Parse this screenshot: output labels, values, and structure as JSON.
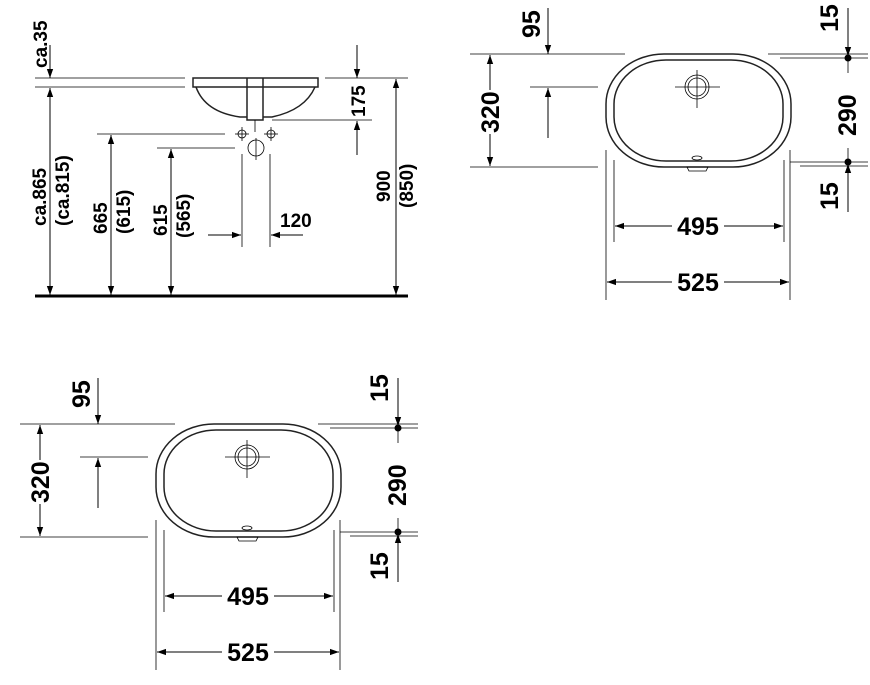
{
  "side_view": {
    "ca35": "ca.35",
    "ca865": "ca.865",
    "ca815": "(ca.815)",
    "h665": "665",
    "h615b": "(615)",
    "h615": "615",
    "h565": "(565)",
    "w120": "120",
    "h175": "175",
    "h900": "900",
    "h850": "(850)"
  },
  "plan_views": [
    {
      "d95": "95",
      "d320": "320",
      "d15top": "15",
      "d290": "290",
      "d15bottom": "15",
      "w495": "495",
      "w525": "525"
    },
    {
      "d95": "95",
      "d320": "320",
      "d15top": "15",
      "d290": "290",
      "d15bottom": "15",
      "w495": "495",
      "w525": "525"
    }
  ]
}
